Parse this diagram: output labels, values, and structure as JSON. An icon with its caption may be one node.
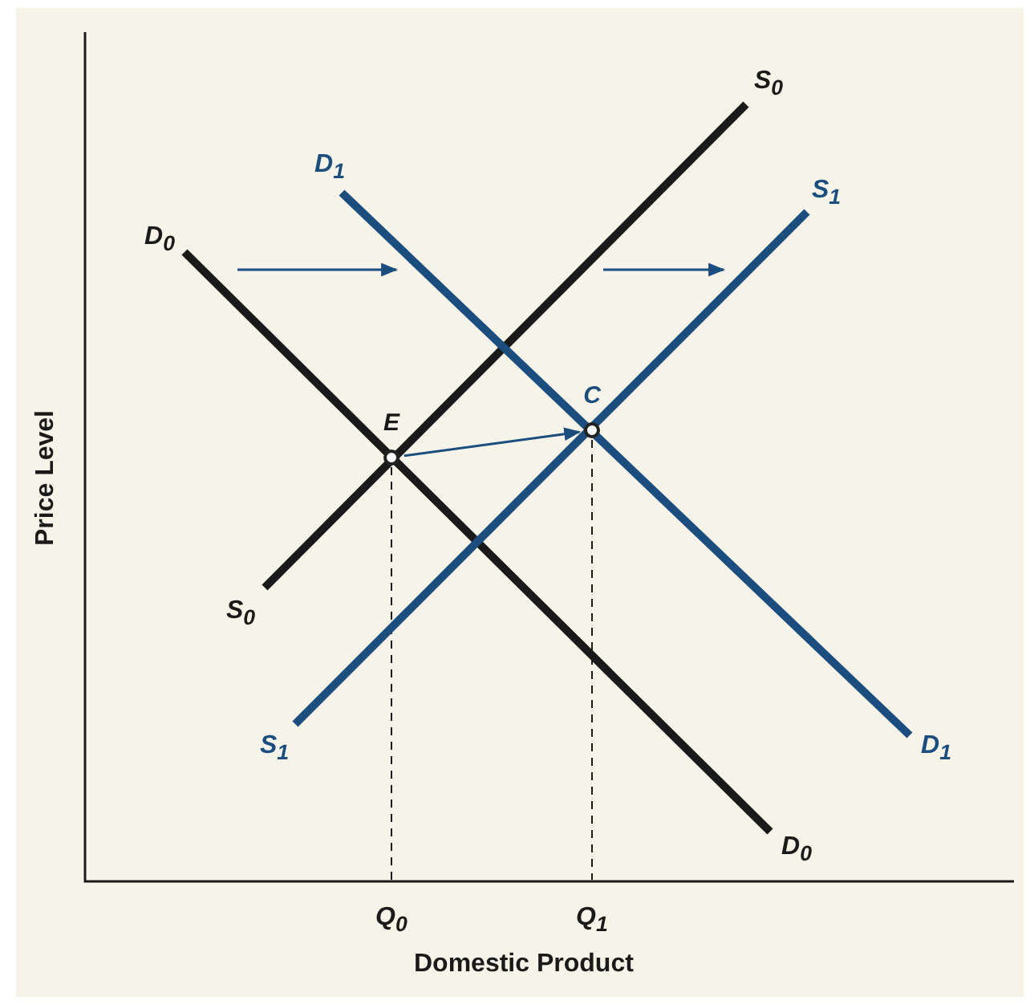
{
  "diagram": {
    "nodes": [
      {
        "text": [
          "E"
        ]
      },
      {
        "text": [
          "C"
        ]
      }
    ],
    "edges": [
      {
        "from": 0,
        "to": 1,
        "arrow": "to"
      }
    ],
    "labels": [
      "S$_{0}$",
      "D$_{1}$",
      "S$_{1}$",
      "D$_{0}$",
      "S$_{0}$",
      "S$_{1}$",
      "D$_{1}$",
      "D$_{0}$",
      "Q$_{0}$",
      "Q$_{1}$",
      "Domestic Product",
      "Price Level"
    ]
  }
}
